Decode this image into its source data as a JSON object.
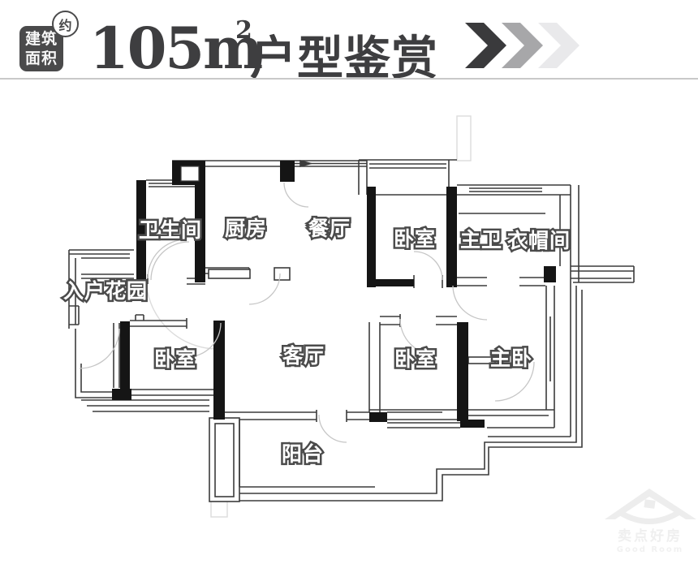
{
  "header": {
    "badge": {
      "line1": "建筑",
      "line2": "面积",
      "bubble": "约"
    },
    "title": {
      "number": "105m",
      "sup": "2",
      "text": "户型鉴赏"
    },
    "chevron_colors": [
      "#3a3a3c",
      "#a7a7a9",
      "#e9e9eb"
    ],
    "divider_color": "#c9c9c9"
  },
  "floorplan": {
    "wall_color": "#3c3c3c",
    "accent_black": "#151515",
    "arc_color": "#c6c6c6",
    "rooms": [
      {
        "id": "bathroom",
        "label": "卫生间"
      },
      {
        "id": "kitchen",
        "label": "厨房"
      },
      {
        "id": "dining-room",
        "label": "餐厅"
      },
      {
        "id": "bedroom-top",
        "label": "卧室"
      },
      {
        "id": "master-bath",
        "label": "主卫"
      },
      {
        "id": "cloakroom",
        "label": "衣帽间"
      },
      {
        "id": "entry-garden",
        "label": "入户花园"
      },
      {
        "id": "bedroom-left",
        "label": "卧室"
      },
      {
        "id": "living-room",
        "label": "客厅"
      },
      {
        "id": "bedroom-mid",
        "label": "卧室"
      },
      {
        "id": "master-bedroom",
        "label": "主卧"
      },
      {
        "id": "balcony",
        "label": "阳台"
      }
    ]
  },
  "watermark": {
    "cn": "卖点好房",
    "en": "Good Room"
  }
}
